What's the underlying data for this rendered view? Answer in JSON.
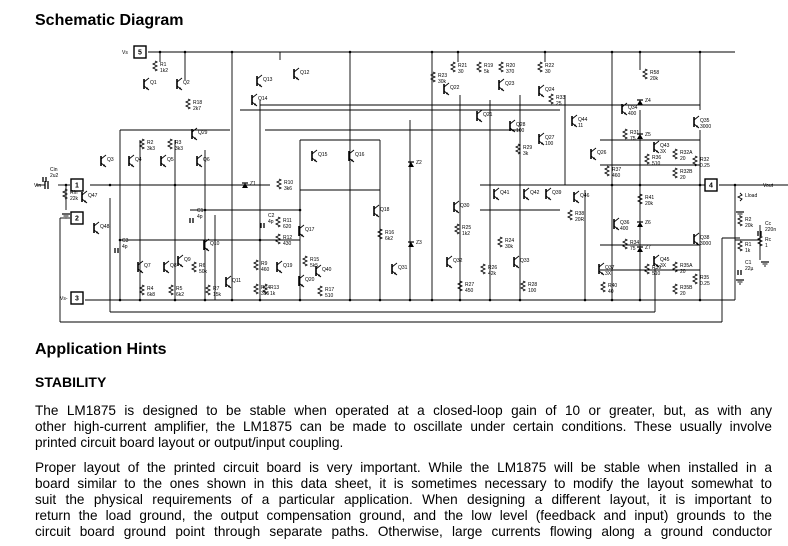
{
  "headings": {
    "schematic": "Schematic Diagram",
    "application_hints": "Application Hints",
    "stability": "STABILITY"
  },
  "paragraphs": [
    [
      "The LM1875 is designed to be stable when operated at a closed-loop gain of 10 or greater, but, as with any",
      "other high-current amplifier, the LM1875 can be made to oscillate under certain conditions. These usually involve",
      "printed circuit board layout or output/input coupling."
    ],
    [
      "Proper layout of the printed circuit board is very important. While the LM1875 will be stable when installed in a",
      "board similar to the ones shown in this data sheet, it is sometimes necessary to modify the layout somewhat to",
      "suit the physical requirements of a particular application. When designing a different layout, it is important to",
      "return the load ground, the output compensation ground, and the low level (feedback and input) grounds to the",
      "circuit board ground point through separate paths. Otherwise, large currents flowing along a ground conductor"
    ]
  ],
  "schematic": {
    "pins": [
      "5",
      "1",
      "2",
      "3",
      "4"
    ],
    "terminals": [
      "Vs",
      "Vin",
      "Vs-",
      "Vout"
    ],
    "labels": [
      [
        "R1",
        "1k2"
      ],
      [
        "Q1",
        ""
      ],
      [
        "Q2",
        ""
      ],
      [
        "R18",
        "2k7"
      ],
      [
        "Q3",
        ""
      ],
      [
        "Q4",
        ""
      ],
      [
        "R2",
        "3k3"
      ],
      [
        "R3",
        "3k3"
      ],
      [
        "Q5",
        ""
      ],
      [
        "Q6",
        ""
      ],
      [
        "Q29",
        ""
      ],
      [
        "Cin",
        "2u2"
      ],
      [
        "Rin",
        "22k"
      ],
      [
        "Q47",
        ""
      ],
      [
        "Q48",
        ""
      ],
      [
        "C3",
        "4p"
      ],
      [
        "C1",
        "4p"
      ],
      [
        "Q7",
        ""
      ],
      [
        "Q8",
        ""
      ],
      [
        "Q9",
        ""
      ],
      [
        "R6",
        "50k"
      ],
      [
        "Q10",
        ""
      ],
      [
        "R4",
        "6k8"
      ],
      [
        "R5",
        "6k2"
      ],
      [
        "R7",
        "15k"
      ],
      [
        "Q11",
        ""
      ],
      [
        "Z1",
        ""
      ],
      [
        "Q14",
        ""
      ],
      [
        "Q13",
        ""
      ],
      [
        "Q12",
        ""
      ],
      [
        "C2",
        "4p"
      ],
      [
        "R11",
        "620"
      ],
      [
        "R12",
        "430"
      ],
      [
        "R9",
        "460"
      ],
      [
        "R14",
        "395"
      ],
      [
        "R13",
        "1k"
      ],
      [
        "Q17",
        ""
      ],
      [
        "Q19",
        ""
      ],
      [
        "R10",
        "3k6"
      ],
      [
        "Q15",
        ""
      ],
      [
        "Q16",
        ""
      ],
      [
        "Q18",
        ""
      ],
      [
        "R16",
        "6k2"
      ],
      [
        "R15",
        "5k5"
      ],
      [
        "Q20",
        ""
      ],
      [
        "Q40",
        ""
      ],
      [
        "R17",
        "510"
      ],
      [
        "Q31",
        ""
      ],
      [
        "Z2",
        ""
      ],
      [
        "Z3",
        ""
      ],
      [
        "R23",
        "30k"
      ],
      [
        "R21",
        "30"
      ],
      [
        "R19",
        "5k"
      ],
      [
        "R20",
        "370"
      ],
      [
        "R22",
        "30"
      ],
      [
        "Q22",
        ""
      ],
      [
        "Q23",
        ""
      ],
      [
        "Q24",
        ""
      ],
      [
        "Q21",
        ""
      ],
      [
        "R33",
        "25"
      ],
      [
        "Q28",
        "100"
      ],
      [
        "R29",
        "3k"
      ],
      [
        "Q27",
        "100"
      ],
      [
        "Q44",
        "11"
      ],
      [
        "Q26",
        ""
      ],
      [
        "Q41",
        ""
      ],
      [
        "Q42",
        ""
      ],
      [
        "Q39",
        ""
      ],
      [
        "Q30",
        ""
      ],
      [
        "Q46",
        ""
      ],
      [
        "R38",
        "20R"
      ],
      [
        "R25",
        "1k2"
      ],
      [
        "R24",
        "30k"
      ],
      [
        "Q32",
        ""
      ],
      [
        "R26",
        "42k"
      ],
      [
        "Q33",
        ""
      ],
      [
        "R27",
        "450"
      ],
      [
        "R28",
        "100"
      ],
      [
        "R58",
        "20k"
      ],
      [
        "Z4",
        ""
      ],
      [
        "Q34",
        "400"
      ],
      [
        "Q35",
        "3000"
      ],
      [
        "R31",
        "75"
      ],
      [
        "Z5",
        ""
      ],
      [
        "Q43",
        "3X"
      ],
      [
        "R36",
        "510"
      ],
      [
        "R32A",
        "20"
      ],
      [
        "R37",
        "460"
      ],
      [
        "R32B",
        "20"
      ],
      [
        "R32",
        "0.25"
      ],
      [
        "R41",
        "20k"
      ],
      [
        "Z6",
        ""
      ],
      [
        "Q36",
        "400"
      ],
      [
        "Q38",
        "3000"
      ],
      [
        "R34",
        "75"
      ],
      [
        "Z7",
        ""
      ],
      [
        "Q45",
        "3X"
      ],
      [
        "R39",
        "510"
      ],
      [
        "R35A",
        "20"
      ],
      [
        "R35B",
        "20"
      ],
      [
        "R35",
        "0.25"
      ],
      [
        "Q37",
        "3X"
      ],
      [
        "R40",
        "40"
      ],
      [
        "Lload",
        ""
      ],
      [
        "R2",
        "20k"
      ],
      [
        "R1",
        "1k"
      ],
      [
        "C1",
        "22µ"
      ],
      [
        "Cc",
        "220n"
      ],
      [
        "Rc",
        "1"
      ]
    ]
  }
}
